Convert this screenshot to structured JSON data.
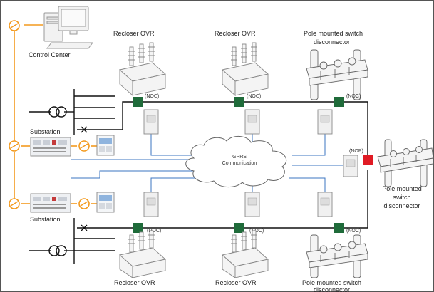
{
  "labels": {
    "control_center": "Control Center",
    "substation_top": "Substation",
    "substation_bottom": "Substation",
    "recloser_top_left": "Recloser OVR",
    "recloser_top_mid": "Recloser OVR",
    "pole_switch_top_line1": "Pole mounted switch",
    "pole_switch_top_line2": "disconnector",
    "pole_switch_right_line1": "Pole mounted",
    "pole_switch_right_line2": "switch",
    "pole_switch_right_line3": "disconnector",
    "recloser_bottom_left": "Recloser OVR",
    "recloser_bottom_mid": "Recloser OVR",
    "pole_switch_bottom_line1": "Pole mounted switch",
    "pole_switch_bottom_line2": "disconnector",
    "cloud_line1": "GPRS",
    "cloud_line2": "Communication"
  },
  "tags": {
    "noc_top_1": "(NOC)",
    "noc_top_2": "(NOC)",
    "noc_top_3": "(NOC)",
    "nop_right": "(NOP)",
    "noc_bottom_1": "(NOC)",
    "noc_bottom_2": "(NOC)",
    "noc_bottom_3": "(NOC)"
  },
  "colors": {
    "noc_switch": "#1f6b3a",
    "nop_switch": "#e01b24",
    "control_link": "#f39a1e",
    "comm_link": "#3b74c2",
    "power_line": "#111111"
  }
}
